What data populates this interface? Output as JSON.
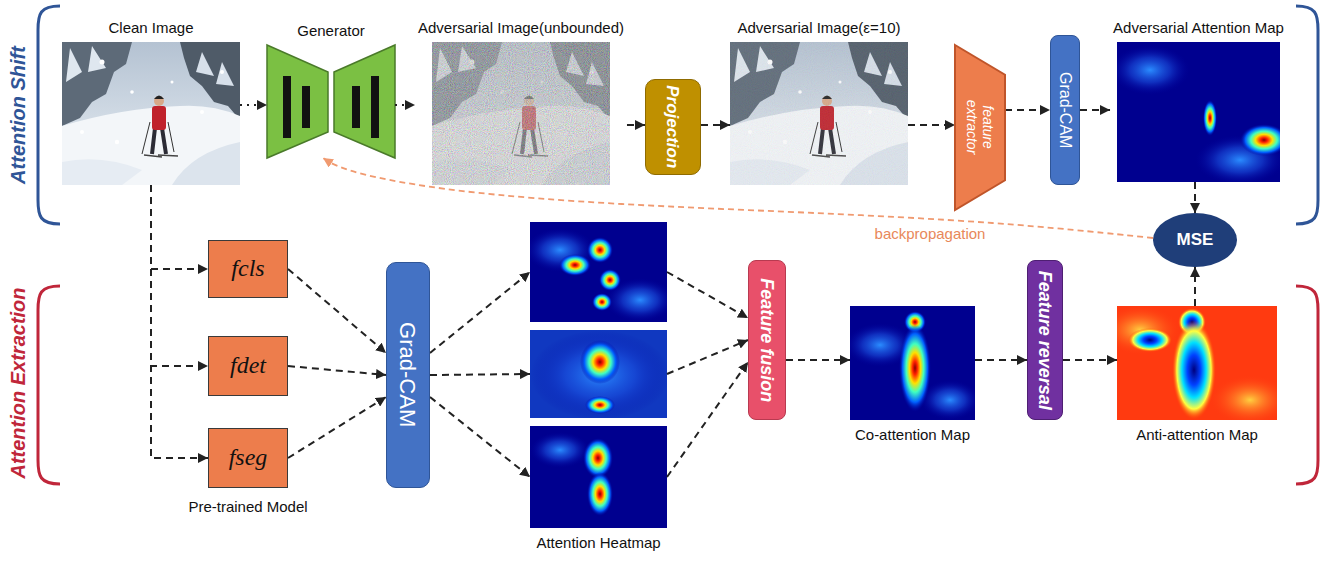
{
  "diagram": {
    "nodes": [
      {
        "text": [
          "Clean Image"
        ]
      },
      {
        "text": [
          "Generator"
        ]
      },
      {
        "text": [
          "Adversarial Image(unbounded)"
        ]
      },
      {
        "text": [
          "Projection"
        ]
      },
      {
        "text": [
          "Adversarial Image(ε=10)"
        ]
      },
      {
        "text": [
          "feature extractor"
        ]
      },
      {
        "text": [
          "Grad-CAM"
        ]
      },
      {
        "text": [
          "Adversarial Attention Map"
        ]
      },
      {
        "text": [
          "MSE"
        ]
      },
      {
        "text": [
          "fcls"
        ]
      },
      {
        "text": [
          "fdet"
        ]
      },
      {
        "text": [
          "fseg"
        ]
      },
      {
        "text": [
          "Grad-CAM"
        ]
      },
      {
        "text": [
          "Attention Heatmap"
        ]
      },
      {
        "text": [
          "Feature fusion"
        ]
      },
      {
        "text": [
          "Co-attention Map"
        ]
      },
      {
        "text": [
          "Feature reversal"
        ]
      },
      {
        "text": [
          "Anti-attention Map"
        ]
      }
    ],
    "edges": [
      {
        "from": 0,
        "to": 1,
        "arrow": "to"
      },
      {
        "from": 1,
        "to": 2,
        "arrow": "to"
      },
      {
        "from": 2,
        "to": 3,
        "arrow": "to"
      },
      {
        "from": 3,
        "to": 4,
        "arrow": "to"
      },
      {
        "from": 4,
        "to": 5,
        "arrow": "to"
      },
      {
        "from": 5,
        "to": 6,
        "arrow": "to"
      },
      {
        "from": 6,
        "to": 7,
        "arrow": "to"
      },
      {
        "from": 7,
        "to": 8,
        "arrow": "to"
      },
      {
        "from": 17,
        "to": 8,
        "arrow": "to"
      },
      {
        "from": 8,
        "to": 1,
        "label": "backpropagation",
        "arrow": "to"
      },
      {
        "from": 0,
        "to": 9,
        "arrow": "to"
      },
      {
        "from": 0,
        "to": 10,
        "arrow": "to"
      },
      {
        "from": 0,
        "to": 11,
        "arrow": "to"
      },
      {
        "from": 9,
        "to": 12,
        "arrow": "to"
      },
      {
        "from": 10,
        "to": 12,
        "arrow": "to"
      },
      {
        "from": 11,
        "to": 12,
        "arrow": "to"
      },
      {
        "from": 12,
        "to": 13,
        "arrow": "to"
      },
      {
        "from": 12,
        "to": 13,
        "arrow": "to"
      },
      {
        "from": 12,
        "to": 13,
        "arrow": "to"
      },
      {
        "from": 13,
        "to": 14,
        "arrow": "to"
      },
      {
        "from": 13,
        "to": 14,
        "arrow": "to"
      },
      {
        "from": 13,
        "to": 14,
        "arrow": "to"
      },
      {
        "from": 14,
        "to": 15,
        "arrow": "to"
      },
      {
        "from": 15,
        "to": 16,
        "arrow": "to"
      },
      {
        "from": 16,
        "to": 17,
        "arrow": "to"
      }
    ],
    "labels": [
      "Attention Shift",
      "Attention Extraction",
      "Pre-trained Model"
    ]
  }
}
